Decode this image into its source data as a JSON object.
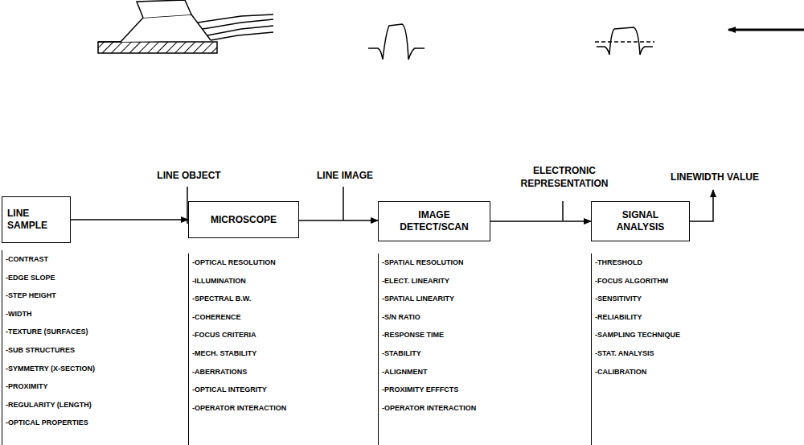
{
  "diagram": {
    "nodes": [
      {
        "text": [
          "LINE SAMPLE",
          "-CONTRAST",
          "-EDGE SLOPE",
          "-STEP HEIGHT",
          "-WIDTH",
          "-TEXTURE (SURFACES)",
          "-SUB STRUCTURES",
          "-SYMMETRY (X-SECTION)",
          "-PROXIMITY",
          "-REGULARITY (LENGTH)",
          "-OPTICAL PROPERTIES"
        ]
      },
      {
        "text": [
          "MICROSCOPE",
          "-OPTICAL RESOLUTION",
          "-ILLUMINATION",
          "-SPECTRAL B.W.",
          "-COHERENCE",
          "-FOCUS CRITERIA",
          "-MECH. STABILITY",
          "-ABERRATIONS",
          "-OPTICAL INTEGRITY",
          "-OPERATOR INTERACTION"
        ]
      },
      {
        "text": [
          "IMAGE DETECT/SCAN",
          "-SPATIAL RESOLUTION",
          "-ELECT. LINEARITY",
          "-SPATIAL LINEARITY",
          "-S/N RATIO",
          "-RESPONSE TIME",
          "-STABILITY",
          "-ALIGNMENT",
          "-PROXIMITY EFFFCTS",
          "-OPERATOR INTERACTION"
        ]
      },
      {
        "text": [
          "SIGNAL ANALYSIS",
          "-THRESHOLD",
          "-FOCUS ALGORITHM",
          "-SENSITIVITY",
          "-RELIABILITY",
          "-SAMPLING TECHNIQUE",
          "-STAT. ANALYSIS",
          "-CALIBRATION"
        ]
      }
    ],
    "edges": [
      {
        "from": 0,
        "to": 1,
        "arrow": "to"
      },
      {
        "from": 1,
        "to": 2,
        "arrow": "to"
      },
      {
        "from": 2,
        "to": 3,
        "arrow": "to"
      }
    ],
    "labels": [
      "LINE OBJECT",
      "LINE IMAGE",
      "ELECTRONIC REPRESENTATION",
      "LINEWIDTH VALUE"
    ]
  }
}
